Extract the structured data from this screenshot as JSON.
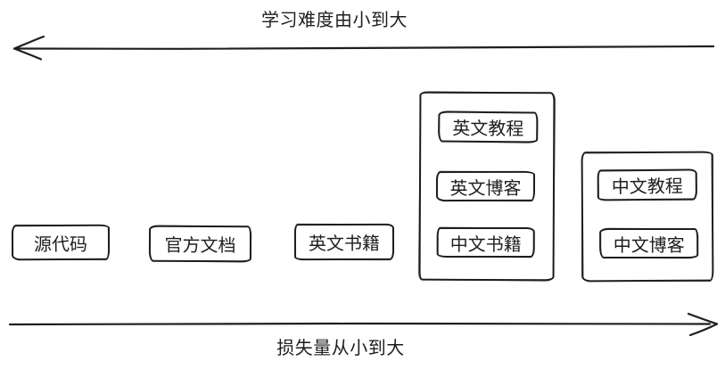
{
  "axes": {
    "top": {
      "label": "学习难度由小到大",
      "direction": "left"
    },
    "bottom": {
      "label": "损失量从小到大",
      "direction": "right"
    }
  },
  "nodes": [
    {
      "label": "源代码"
    },
    {
      "label": "官方文档"
    },
    {
      "label": "英文书籍"
    }
  ],
  "groups": [
    {
      "items": [
        {
          "label": "英文教程"
        },
        {
          "label": "英文博客"
        },
        {
          "label": "中文书籍"
        }
      ]
    },
    {
      "items": [
        {
          "label": "中文教程"
        },
        {
          "label": "中文博客"
        }
      ]
    }
  ],
  "colors": {
    "stroke": "#1e1e1e",
    "background": "#ffffff"
  }
}
